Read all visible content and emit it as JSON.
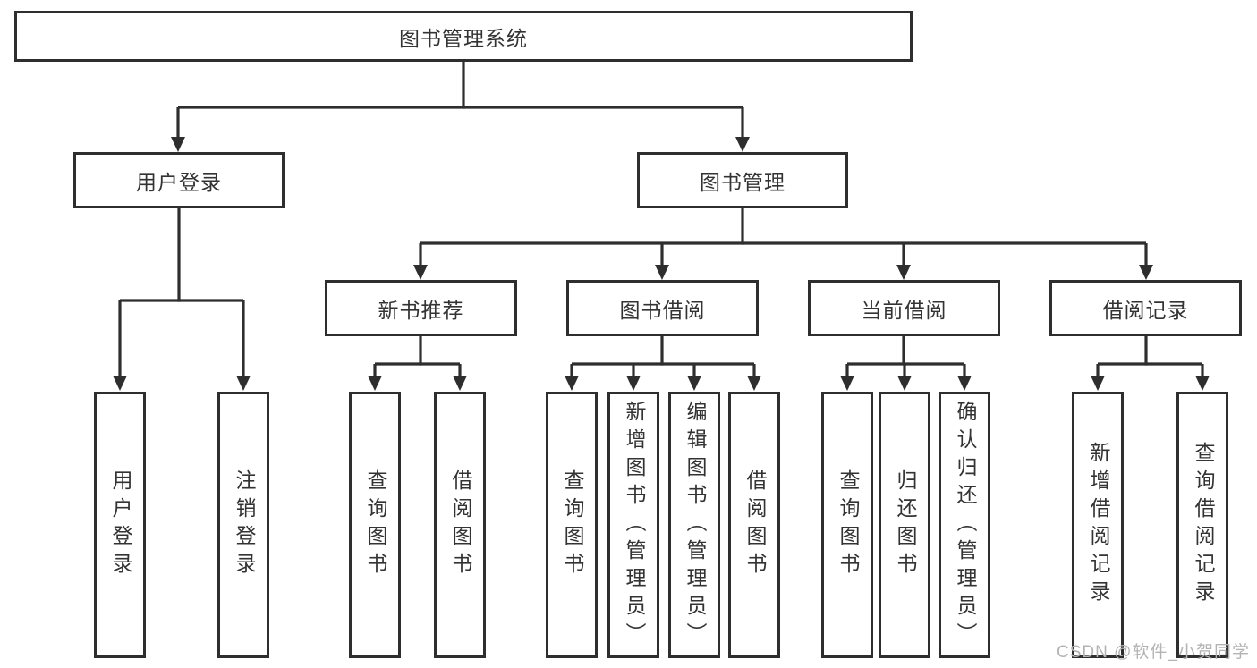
{
  "title": {
    "label": "图书管理系统"
  },
  "level2": [
    {
      "label": "用户登录"
    },
    {
      "label": "图书管理"
    }
  ],
  "level3": [
    {
      "label": "新书推荐"
    },
    {
      "label": "图书借阅"
    },
    {
      "label": "当前借阅"
    },
    {
      "label": "借阅记录"
    }
  ],
  "leaves": {
    "login": [
      "用户登录",
      "注销登录"
    ],
    "new_books": [
      "查询图书",
      "借阅图书"
    ],
    "borrow": [
      "查询图书",
      "新增图书（管理员）",
      "编辑图书（管理员）",
      "借阅图书"
    ],
    "current": [
      "查询图书",
      "归还图书",
      "确认归还（管理员）"
    ],
    "records": [
      "新增借阅记录",
      "查询借阅记录"
    ]
  },
  "watermark": {
    "text": "CSDN @软件_小贺同学"
  },
  "colors": {
    "line": "#2e2e2e",
    "text": "#333333",
    "watermark": "#b3b3b3",
    "background": "#ffffff"
  }
}
